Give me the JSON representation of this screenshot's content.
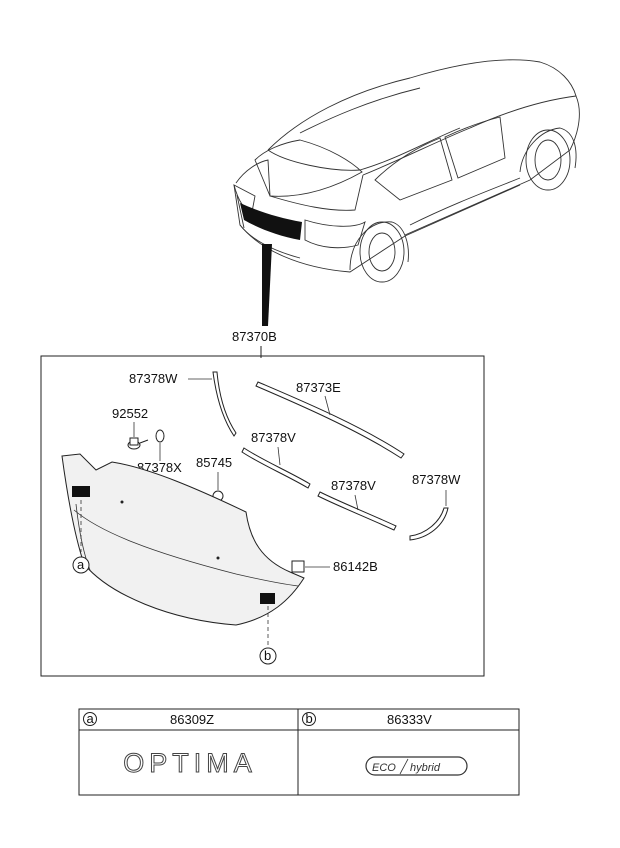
{
  "assembly_label": "87370B",
  "parts": {
    "molding_w_left": "87378W",
    "molding_e": "87373E",
    "clip": "92552",
    "molding_v_left": "87378V",
    "pad_x": "87378X",
    "nut": "85745",
    "molding_v_right": "87378V",
    "molding_w_right": "87378W",
    "clip_b": "86142B"
  },
  "callouts": {
    "a": "a",
    "b": "b"
  },
  "emblem_table": {
    "col_a": {
      "key": "a",
      "part": "86309Z",
      "emblem_text": "OPTIMA"
    },
    "col_b": {
      "key": "b",
      "part": "86333V",
      "emblem_text_1": "ECO",
      "emblem_text_2": "hybrid"
    }
  }
}
